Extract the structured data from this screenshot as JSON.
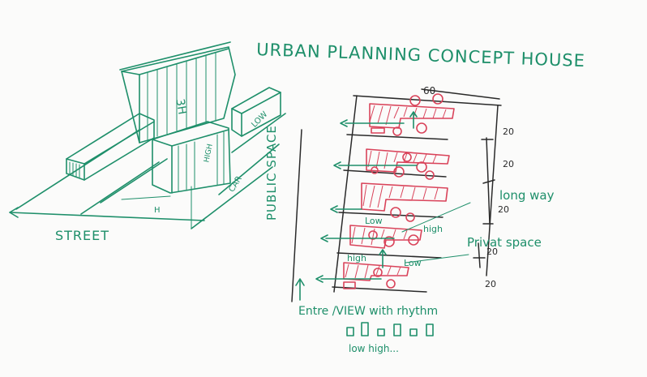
{
  "title": "URBAN PLANNING CONCEPT HOUSE",
  "labels": {
    "street": "STREET",
    "public_space": "PUBLIC SPACE",
    "long_way": "long way",
    "privat_space": "Privat space",
    "entre_view": "Entre /VIEW with rhythm",
    "low_high_note": "low high...",
    "low_a": "Low",
    "high_a": "high",
    "high_b": "high",
    "low_b": "Low",
    "block_3h": "3H",
    "block_low": "LOW",
    "block_high": "HIGH",
    "car": "CAR",
    "h_dim": "H"
  },
  "dimensions": {
    "top": "60",
    "d1": "20",
    "d2": "20",
    "d3": "20",
    "d4": "20",
    "d5": "20"
  },
  "colors": {
    "ink": "#1e8f6a",
    "red": "#d9435a",
    "dark": "#2a2a2a"
  }
}
